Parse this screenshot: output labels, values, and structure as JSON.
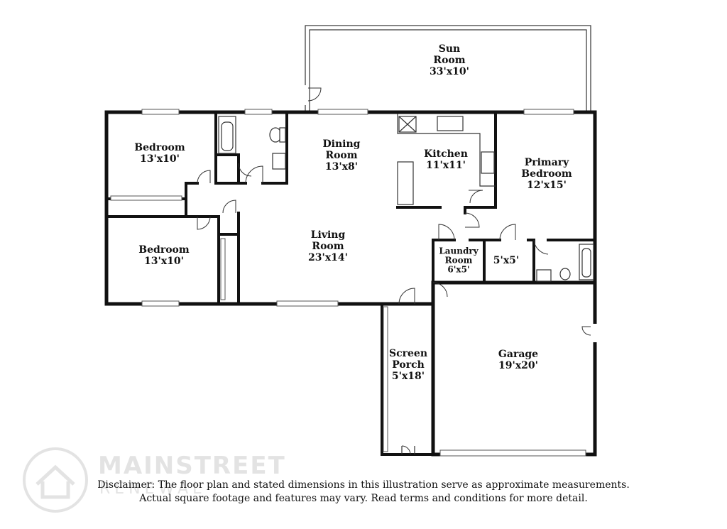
{
  "rooms": {
    "sun_room": {
      "name_l1": "Sun",
      "name_l2": "Room",
      "dims": "33'x10'"
    },
    "bedroom_1": {
      "name": "Bedroom",
      "dims": "13'x10'"
    },
    "dining_room": {
      "name_l1": "Dining",
      "name_l2": "Room",
      "dims": "13'x8'"
    },
    "kitchen": {
      "name": "Kitchen",
      "dims": "11'x11'"
    },
    "primary_bedroom": {
      "name_l1": "Primary",
      "name_l2": "Bedroom",
      "dims": "12'x15'"
    },
    "bedroom_2": {
      "name": "Bedroom",
      "dims": "13'x10'"
    },
    "living_room": {
      "name_l1": "Living",
      "name_l2": "Room",
      "dims": "23'x14'"
    },
    "laundry_room": {
      "name_l1": "Laundry",
      "name_l2": "Room",
      "dims": "6'x5'"
    },
    "closet": {
      "dims": "5'x5'"
    },
    "screen_porch": {
      "name_l1": "Screen",
      "name_l2": "Porch",
      "dims": "5'x18'"
    },
    "garage": {
      "name": "Garage",
      "dims": "19'x20'"
    }
  },
  "disclaimer": {
    "line1": "Disclaimer: The floor plan and stated dimensions in this illustration serve as approximate measurements.",
    "line2": "Actual square footage and features may vary. Read terms and conditions for more detail."
  },
  "watermark": {
    "line1": "MAINSTREET",
    "line2": "RENEWAL"
  },
  "colors": {
    "wall": "#111111",
    "background": "#ffffff"
  }
}
